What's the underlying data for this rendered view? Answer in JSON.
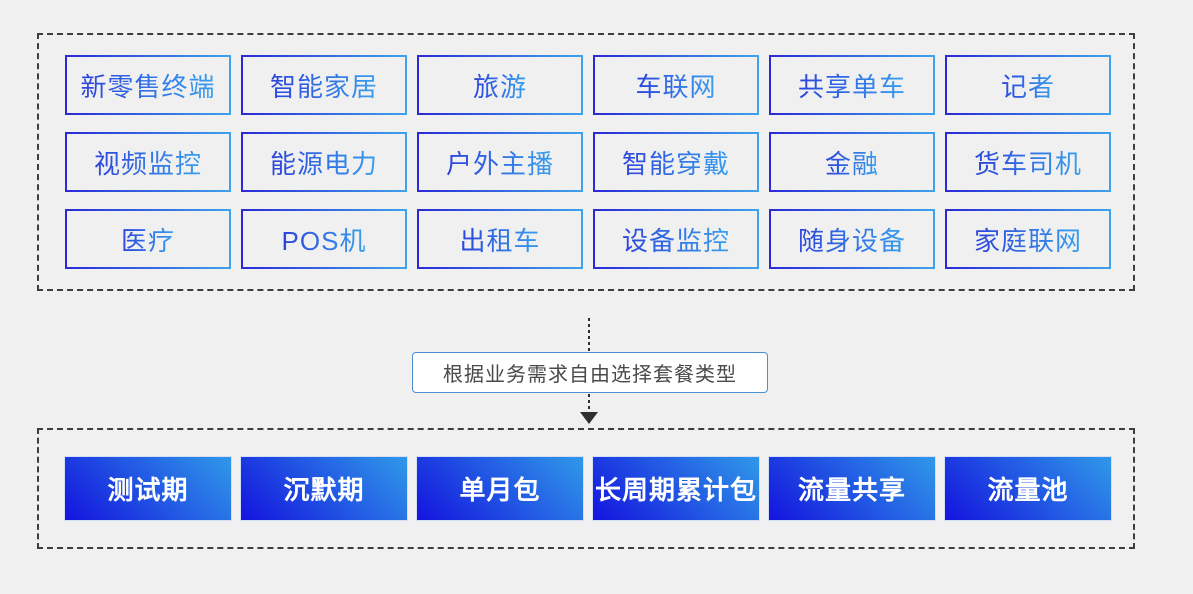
{
  "colors": {
    "page_bg": "#f0f0f1",
    "panel_border": "#3e3e3e",
    "box_border_start": "#2a2ad6",
    "box_border_end": "#3ea2ec",
    "box_text_start": "#2c43dc",
    "box_text_end": "#38a0ee",
    "label_border": "#4a90d2",
    "label_text": "#4a4a4a",
    "label_bg": "#ffffff",
    "pkg_grad_start": "#1414de",
    "pkg_grad_end": "#2f99e8",
    "pkg_text": "#ffffff",
    "connector_line": "#2f2f2f"
  },
  "industries": {
    "rows": [
      [
        "新零售终端",
        "智能家居",
        "旅游",
        "车联网",
        "共享单车",
        "记者"
      ],
      [
        "视频监控",
        "能源电力",
        "户外主播",
        "智能穿戴",
        "金融",
        "货车司机"
      ],
      [
        "医疗",
        "POS机",
        "出租车",
        "设备监控",
        "随身设备",
        "家庭联网"
      ]
    ]
  },
  "connector": {
    "label": "根据业务需求自由选择套餐类型"
  },
  "packages": [
    "测试期",
    "沉默期",
    "单月包",
    "长周期累计包",
    "流量共享",
    "流量池"
  ]
}
